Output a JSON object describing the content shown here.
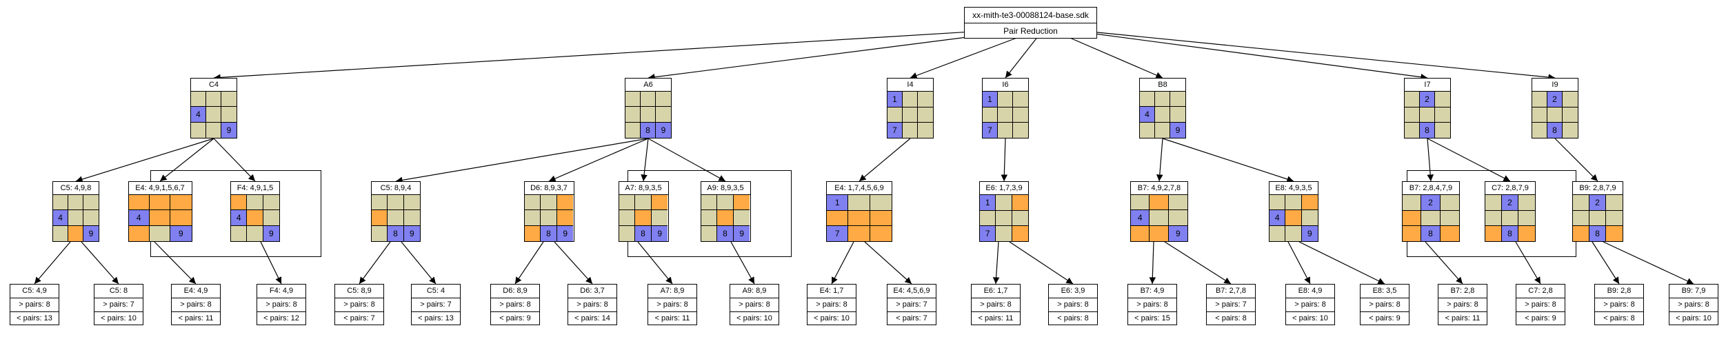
{
  "root": {
    "file": "xx-mith-te3-00088124-base.sdk",
    "label": "Pair Reduction"
  },
  "colors": {
    "dim": "#d8d4aa",
    "blue": "#8080f0",
    "orange": "#ffaa44",
    "line": "#000000"
  },
  "level1": [
    {
      "title": "C4",
      "cells": [
        "d",
        "d",
        "d",
        "b:4",
        "d",
        "d",
        "d",
        "d",
        "b:9"
      ]
    },
    {
      "title": "A6",
      "cells": [
        "d",
        "d",
        "d",
        "d",
        "d",
        "d",
        "d",
        "b:8",
        "b:9"
      ]
    },
    {
      "title": "I4",
      "cells": [
        "b:1",
        "d",
        "d",
        "d",
        "d",
        "d",
        "b:7",
        "d",
        "d"
      ]
    },
    {
      "title": "I6",
      "cells": [
        "b:1",
        "d",
        "d",
        "d",
        "d",
        "d",
        "b:7",
        "d",
        "d"
      ]
    },
    {
      "title": "B8",
      "cells": [
        "d",
        "d",
        "d",
        "b:4",
        "d",
        "d",
        "d",
        "d",
        "b:9"
      ]
    },
    {
      "title": "I7",
      "cells": [
        "d",
        "b:2",
        "d",
        "d",
        "d",
        "d",
        "d",
        "b:8",
        "d"
      ]
    },
    {
      "title": "I9",
      "cells": [
        "d",
        "b:2",
        "d",
        "d",
        "d",
        "d",
        "d",
        "b:8",
        "d"
      ]
    }
  ],
  "level2": [
    {
      "title": "C5: 4,9,8",
      "cells": [
        "d",
        "d",
        "d",
        "b:4",
        "d",
        "d",
        "d",
        "o",
        "b:9"
      ]
    },
    {
      "title": "E4: 4,9,1,5,6,7",
      "cells": [
        "o",
        "o",
        "o",
        "b:4",
        "o",
        "o",
        "o",
        "d",
        "b:9"
      ]
    },
    {
      "title": "F4: 4,9,1,5",
      "cells": [
        "o",
        "d",
        "d",
        "b:4",
        "o",
        "d",
        "d",
        "d",
        "b:9"
      ]
    },
    {
      "title": "C5: 8,9,4",
      "cells": [
        "d",
        "d",
        "d",
        "o",
        "d",
        "d",
        "d",
        "b:8",
        "b:9"
      ]
    },
    {
      "title": "D6: 8,9,3,7",
      "cells": [
        "d",
        "d",
        "o",
        "d",
        "d",
        "o",
        "o",
        "b:8",
        "b:9"
      ]
    },
    {
      "title": "A7: 8,9,3,5",
      "cells": [
        "d",
        "d",
        "o",
        "d",
        "o",
        "d",
        "d",
        "b:8",
        "b:9"
      ]
    },
    {
      "title": "A9: 8,9,3,5",
      "cells": [
        "d",
        "d",
        "o",
        "d",
        "o",
        "d",
        "d",
        "b:8",
        "b:9"
      ]
    },
    {
      "title": "E4: 1,7,4,5,6,9",
      "cells": [
        "b:1",
        "d",
        "d",
        "o",
        "o",
        "o",
        "b:7",
        "o",
        "o"
      ]
    },
    {
      "title": "E6: 1,7,3,9",
      "cells": [
        "b:1",
        "d",
        "o",
        "d",
        "d",
        "d",
        "b:7",
        "d",
        "o"
      ]
    },
    {
      "title": "B7: 4,9,2,7,8",
      "cells": [
        "d",
        "o",
        "d",
        "b:4",
        "d",
        "d",
        "o",
        "o",
        "b:9"
      ]
    },
    {
      "title": "E8: 4,9,3,5",
      "cells": [
        "d",
        "d",
        "o",
        "b:4",
        "o",
        "d",
        "d",
        "d",
        "b:9"
      ]
    },
    {
      "title": "B7: 2,8,4,7,9",
      "cells": [
        "d",
        "b:2",
        "d",
        "o",
        "d",
        "d",
        "o",
        "b:8",
        "o"
      ]
    },
    {
      "title": "C7: 2,8,7,9",
      "cells": [
        "d",
        "b:2",
        "d",
        "d",
        "d",
        "d",
        "o",
        "b:8",
        "o"
      ]
    },
    {
      "title": "B9: 2,8,7,9",
      "cells": [
        "d",
        "b:2",
        "d",
        "d",
        "d",
        "d",
        "o",
        "b:8",
        "o"
      ]
    }
  ],
  "leaves": [
    {
      "label": "C5: 4,9",
      "gt": "> pairs: 8",
      "lt": "< pairs: 13"
    },
    {
      "label": "C5: 8",
      "gt": "> pairs: 7",
      "lt": "< pairs: 10"
    },
    {
      "label": "E4: 4,9",
      "gt": "> pairs: 8",
      "lt": "< pairs: 11"
    },
    {
      "label": "F4: 4,9",
      "gt": "> pairs: 8",
      "lt": "< pairs: 12"
    },
    {
      "label": "C5: 8,9",
      "gt": "> pairs: 8",
      "lt": "< pairs: 7"
    },
    {
      "label": "C5: 4",
      "gt": "> pairs: 7",
      "lt": "< pairs: 13"
    },
    {
      "label": "D6: 8,9",
      "gt": "> pairs: 8",
      "lt": "< pairs: 9"
    },
    {
      "label": "D6: 3,7",
      "gt": "> pairs: 8",
      "lt": "< pairs: 14"
    },
    {
      "label": "A7: 8,9",
      "gt": "> pairs: 8",
      "lt": "< pairs: 11"
    },
    {
      "label": "A9: 8,9",
      "gt": "> pairs: 8",
      "lt": "< pairs: 10"
    },
    {
      "label": "E4: 1,7",
      "gt": "> pairs: 8",
      "lt": "< pairs: 10"
    },
    {
      "label": "E4: 4,5,6,9",
      "gt": "> pairs: 7",
      "lt": "< pairs: 7"
    },
    {
      "label": "E6: 1,7",
      "gt": "> pairs: 8",
      "lt": "< pairs: 11"
    },
    {
      "label": "E6: 3,9",
      "gt": "> pairs: 8",
      "lt": "< pairs: 8"
    },
    {
      "label": "B7: 4,9",
      "gt": "> pairs: 8",
      "lt": "< pairs: 15"
    },
    {
      "label": "B7: 2,7,8",
      "gt": "> pairs: 7",
      "lt": "< pairs: 8"
    },
    {
      "label": "E8: 4,9",
      "gt": "> pairs: 8",
      "lt": "< pairs: 10"
    },
    {
      "label": "E8: 3,5",
      "gt": "> pairs: 8",
      "lt": "< pairs: 9"
    },
    {
      "label": "B7: 2,8",
      "gt": "> pairs: 8",
      "lt": "< pairs: 11"
    },
    {
      "label": "C7: 2,8",
      "gt": "> pairs: 8",
      "lt": "< pairs: 9"
    },
    {
      "label": "B9: 2,8",
      "gt": "> pairs: 8",
      "lt": "< pairs: 8"
    },
    {
      "label": "B9: 7,9",
      "gt": "> pairs: 8",
      "lt": "< pairs: 10"
    }
  ]
}
